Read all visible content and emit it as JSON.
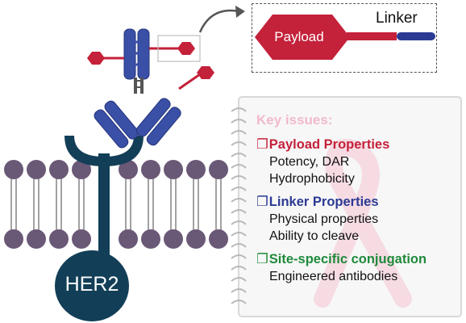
{
  "callout": {
    "payload_label": "Payload",
    "linker_label": "Linker"
  },
  "receptor": {
    "label": "HER2"
  },
  "notes": {
    "title": "Key issues:",
    "sections": [
      {
        "checkbox": "❐",
        "title": "Payload Properties",
        "items": [
          "Potency, DAR",
          "Hydrophobicity"
        ]
      },
      {
        "checkbox": "❐",
        "title": "Linker Properties",
        "items": [
          "Physical properties",
          "Ability to cleave"
        ]
      },
      {
        "checkbox": "❐",
        "title": "Site-specific conjugation",
        "items": [
          "Engineered antibodies"
        ]
      }
    ]
  },
  "colors": {
    "payload": "#c4213a",
    "antibody": "#3a4fa6",
    "linker_blue": "#2b3a93",
    "membrane_head": "#6a5877",
    "receptor": "#123f57",
    "notes_title": "#f2b9cc",
    "conjugation_green": "#1f8a3b"
  }
}
